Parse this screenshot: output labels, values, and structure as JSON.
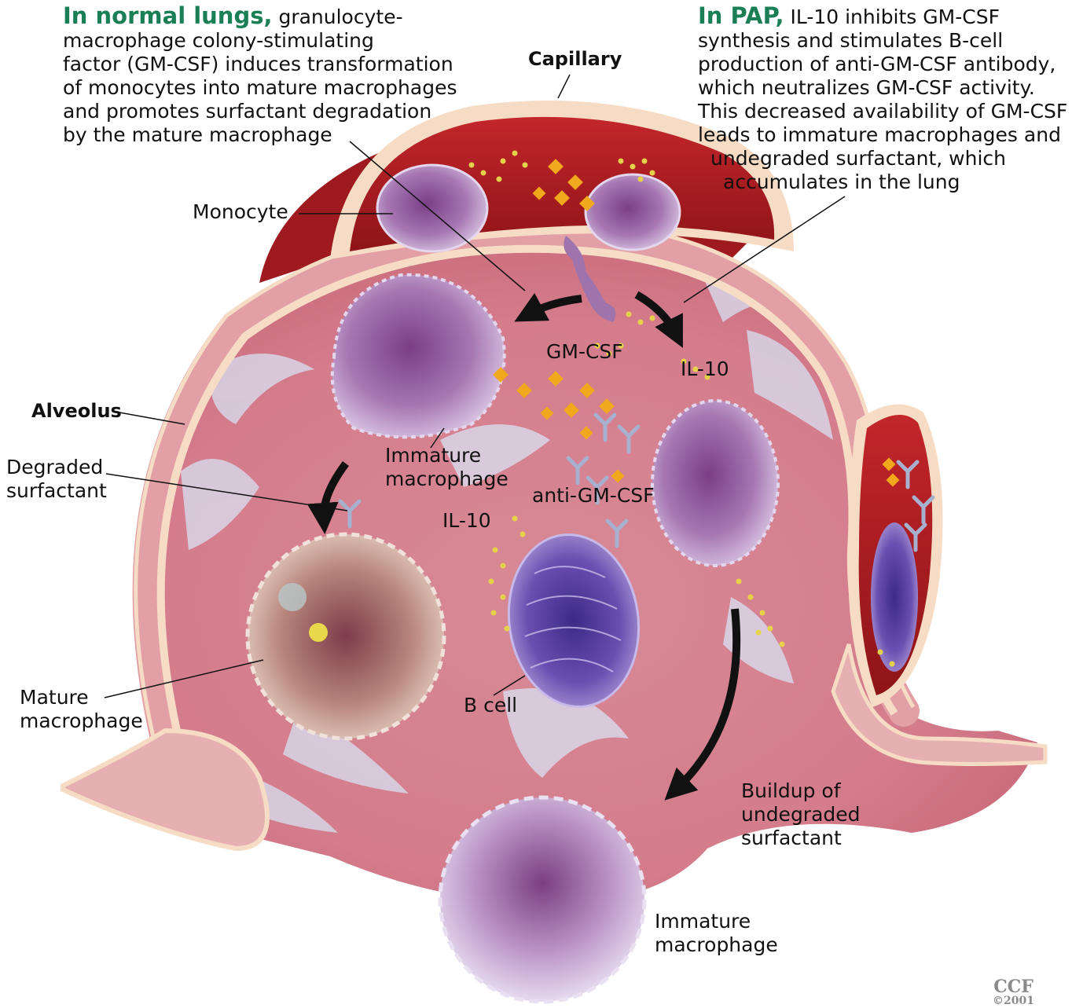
{
  "captions": {
    "normal": {
      "lead": "In normal lungs,",
      "lines": [
        "granulocyte-",
        "macrophage colony-stimulating",
        "factor (GM-CSF) induces transformation",
        "of monocytes into mature macrophages",
        "and promotes surfactant degradation",
        "by the mature macrophage"
      ]
    },
    "pap": {
      "lead": "In PAP,",
      "lines": [
        "IL-10 inhibits GM-CSF",
        "synthesis and stimulates B-cell",
        "production of anti-GM-CSF antibody,",
        "which neutralizes GM-CSF activity.",
        "This decreased availability of GM-CSF",
        "leads to immature macrophages and",
        "undegraded surfactant, which",
        "accumulates in the lung"
      ]
    }
  },
  "labels": {
    "capillary": "Capillary",
    "monocyte": "Monocyte",
    "alveolus": "Alveolus",
    "degraded_surfactant": [
      "Degraded",
      "surfactant"
    ],
    "immature_macrophage_center": [
      "Immature",
      "macrophage"
    ],
    "gm_csf": "GM-CSF",
    "il10_right": "IL-10",
    "anti_gm_csf": "anti-GM-CSF",
    "il10_left": "IL-10",
    "b_cell": "B cell",
    "mature_macrophage": [
      "Mature",
      "macrophage"
    ],
    "buildup": [
      "Buildup of",
      "undegraded",
      "surfactant"
    ],
    "immature_macrophage_bottom": [
      "Immature",
      "macrophage"
    ]
  },
  "watermark": {
    "text": "CCF",
    "year": "©2001"
  },
  "colors": {
    "caption_lead": "#1a7f55",
    "alveolus_wall": "#e2a0a6",
    "membrane": "#f6dcc4",
    "capillary_blood": "#b31b22",
    "gm_csf_particle": "#f2a81d",
    "il10_particle": "#e6d24a",
    "cell_purple": "#8e5fa0",
    "surfactant": "#c9d5ee"
  }
}
